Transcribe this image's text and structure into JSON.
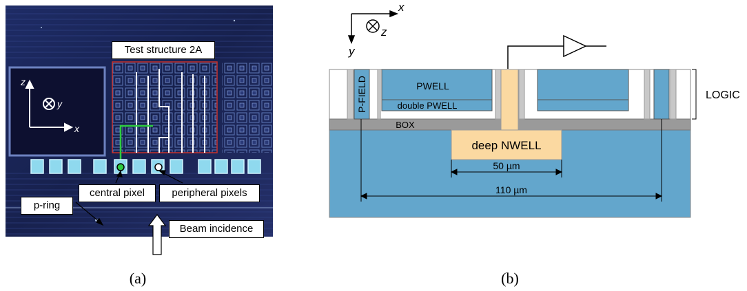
{
  "panel_a": {
    "label_test_structure": "Test structure 2A",
    "axis_z": "z",
    "axis_y": "y",
    "axis_x": "x",
    "label_central_pixel": "central pixel",
    "label_peripheral_pixels": "peripheral pixels",
    "label_p_ring": "p-ring",
    "label_beam": "Beam incidence",
    "caption": "(a)"
  },
  "panel_b": {
    "axis_x": "x",
    "axis_z": "z",
    "axis_y": "y",
    "label_pwell": "PWELL",
    "label_double_pwell": "double PWELL",
    "label_pfield": "P-FIELD",
    "label_box": "BOX",
    "label_deep_nwell": "deep NWELL",
    "label_dim_50": "50 µm",
    "label_dim_110": "110 µm",
    "label_logic": "LOGIC",
    "caption": "(b)"
  },
  "colors": {
    "chip_background": "#1a2452",
    "substrate_blue": "#63a6cc",
    "nwell_tan": "#fbd9a1",
    "box_gray": "#9a9a9a",
    "highlight_green": "#2ecc40",
    "outline_red": "#c8302a"
  }
}
